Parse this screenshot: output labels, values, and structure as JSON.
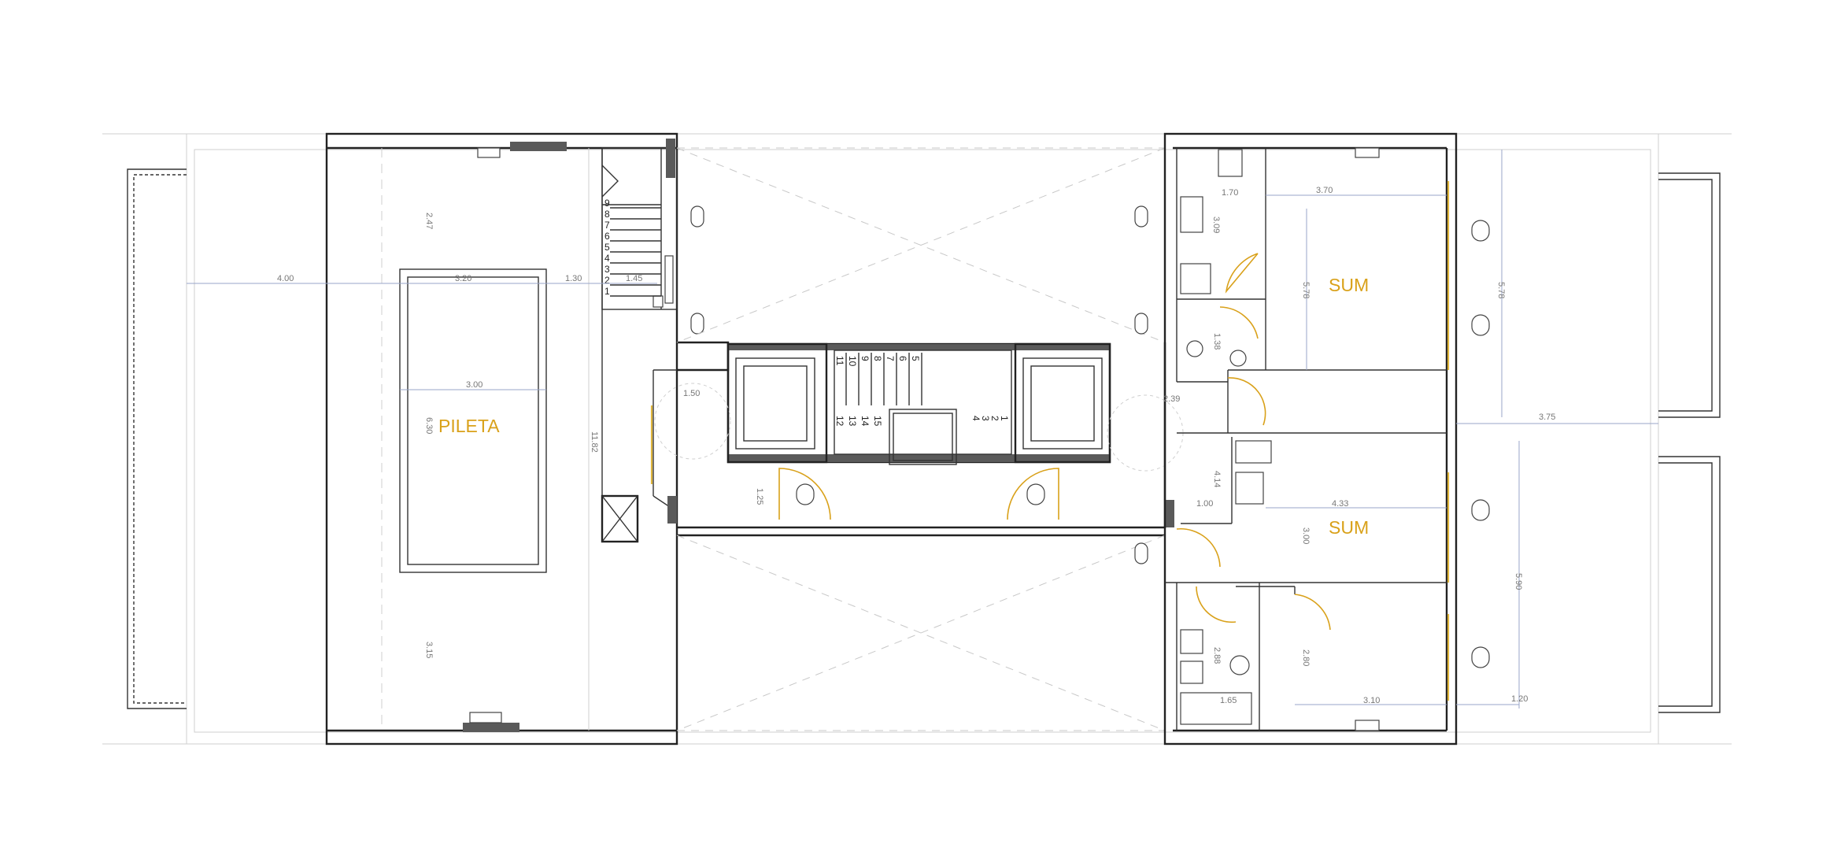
{
  "rooms": {
    "pileta": "PILETA",
    "sum_top": "SUM",
    "sum_bottom": "SUM"
  },
  "dimensions": {
    "d_4_00": "4.00",
    "d_3_20": "3.20",
    "d_1_30": "1.30",
    "d_1_45": "1.45",
    "d_2_47": "2.47",
    "d_3_00_pool": "3.00",
    "d_6_30": "6.30",
    "d_11_82": "11.82",
    "d_3_15": "3.15",
    "d_1_50": "1.50",
    "d_1_25": "1.25",
    "d_1_70": "1.70",
    "d_3_70": "3.70",
    "d_3_09": "3.09",
    "d_5_78_in": "5.78",
    "d_5_78_out": "5.78",
    "d_1_38": "1.38",
    "d_2_39": "2.39",
    "d_3_75": "3.75",
    "d_4_14": "4.14",
    "d_4_33": "4.33",
    "d_1_00": "1.00",
    "d_3_00_sum": "3.00",
    "d_5_90": "5.90",
    "d_2_88": "2.88",
    "d_2_80": "2.80",
    "d_1_65": "1.65",
    "d_3_10": "3.10",
    "d_1_20": "1.20"
  },
  "stairs": {
    "left_steps": [
      "9",
      "8",
      "7",
      "6",
      "5",
      "4",
      "3",
      "2",
      "1"
    ],
    "center_top": [
      "11",
      "10",
      "9",
      "8",
      "7",
      "6",
      "5"
    ],
    "center_bottom": [
      "12",
      "13",
      "14",
      "15"
    ],
    "center_right": [
      "4",
      "3",
      "2",
      "1"
    ]
  },
  "colors": {
    "accent": "#d9a11a",
    "wall": "#222222",
    "dimension": "#9aa6c8"
  }
}
